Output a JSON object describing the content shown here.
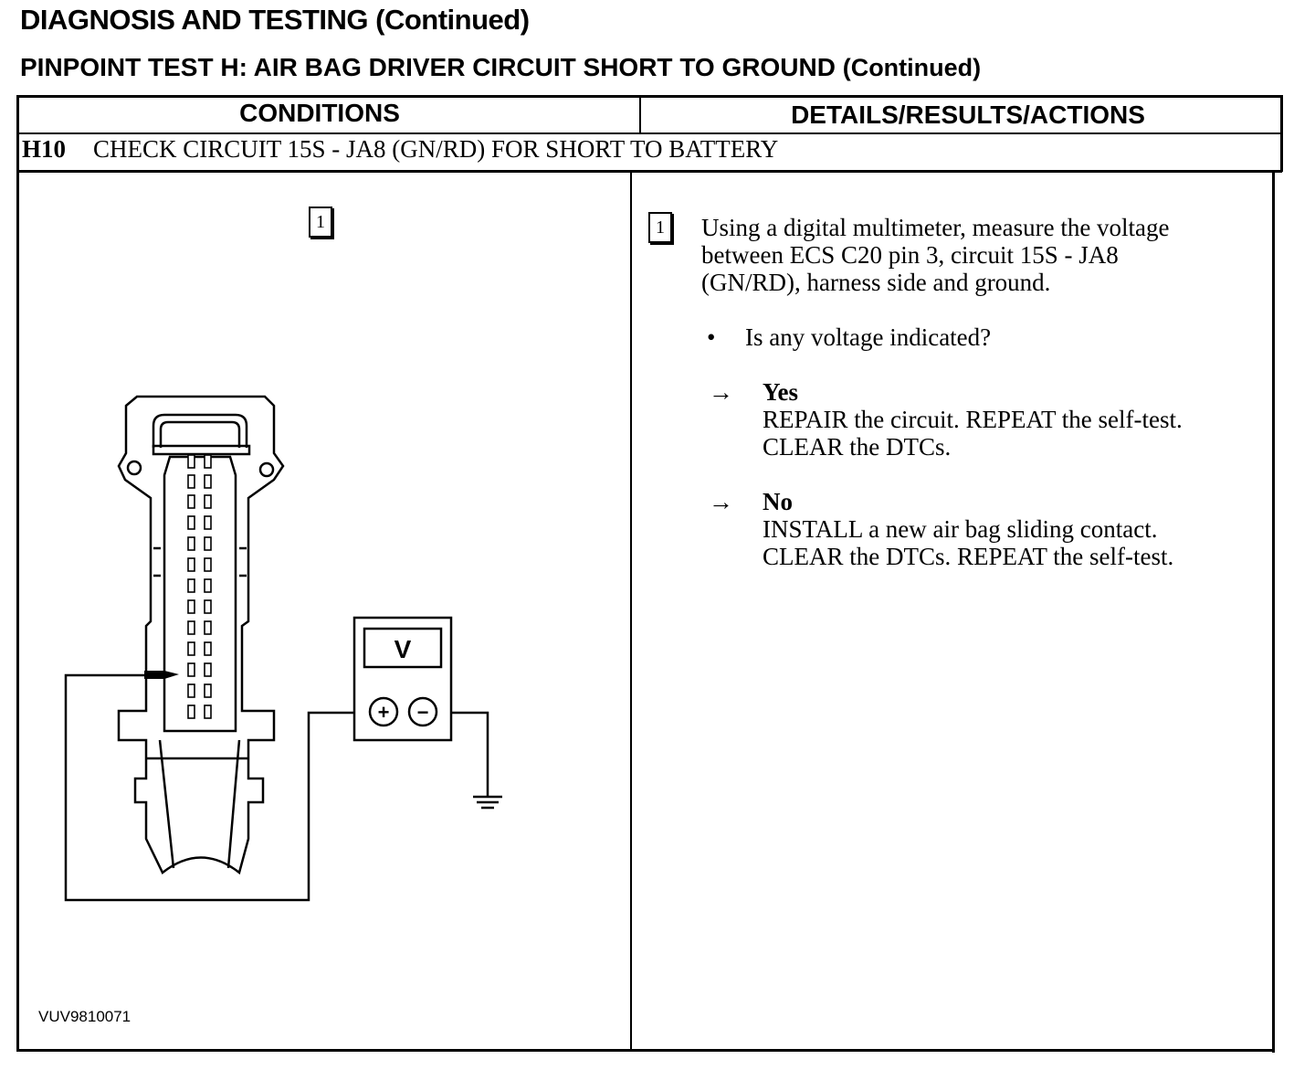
{
  "header": {
    "section_title": "DIAGNOSIS AND TESTING (Continued)",
    "test_title": "PINPOINT TEST H:  AIR BAG DRIVER CIRCUIT SHORT TO GROUND",
    "test_title_suffix": "(Continued)"
  },
  "table": {
    "col_conditions": "CONDITIONS",
    "col_details": "DETAILS/RESULTS/ACTIONS",
    "step_id": "H10",
    "step_title": "CHECK CIRCUIT 15S - JA8 (GN/RD) FOR SHORT TO BATTERY"
  },
  "conditions": {
    "callout": "1",
    "meter_label": "V",
    "plus_sign": "+",
    "minus_sign": "−",
    "figure_id": "VUV9810071"
  },
  "details": {
    "callout": "1",
    "instruction_lines": [
      "Using a digital multimeter, measure the voltage",
      "between ECS C20 pin 3, circuit 15S - JA8",
      "(GN/RD), harness side and ground."
    ],
    "bullet": "•",
    "question": "Is any voltage indicated?",
    "arrow": "→",
    "results": [
      {
        "label": "Yes",
        "lines": [
          "REPAIR the circuit. REPEAT the self-test.",
          "CLEAR the DTCs."
        ]
      },
      {
        "label": "No",
        "lines": [
          "INSTALL a new air bag sliding contact.",
          "CLEAR the DTCs. REPEAT the self-test."
        ]
      }
    ]
  }
}
